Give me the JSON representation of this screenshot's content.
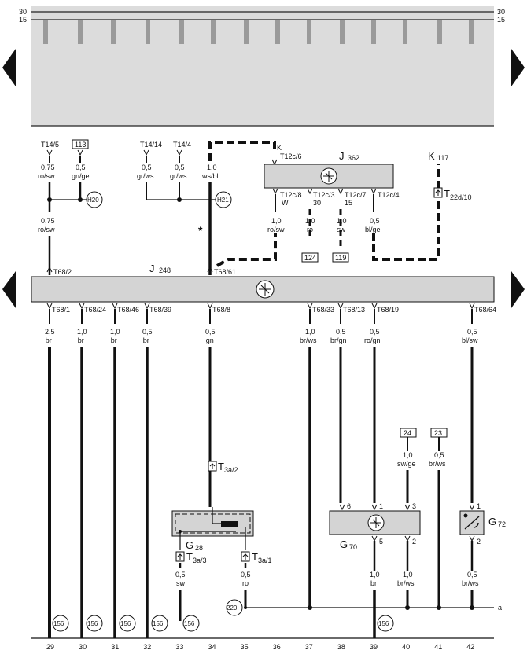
{
  "rails": {
    "left_30": "30",
    "left_15": "15",
    "right_30": "30",
    "right_15": "15"
  },
  "nav": {
    "prev_icon": "triangle-left-icon",
    "next_icon": "triangle-right-icon"
  },
  "wire_labels": {
    "t14_5": "T14/5",
    "ref_113": "113",
    "w1_size": "0,75",
    "w1_color": "ro/sw",
    "w2_size": "0,5",
    "w2_color": "gn/ge",
    "h20": "H20",
    "w1b_size": "0,75",
    "w1b_color": "ro/sw",
    "t14_14": "T14/14",
    "t14_4": "T14/4",
    "w3_size": "0,5",
    "w3_color": "gr/ws",
    "w4_size": "0,5",
    "w4_color": "gr/ws",
    "w5_size": "1,0",
    "w5_color": "ws/bl",
    "h21": "H21",
    "star": "*",
    "t68_2": "T68/2",
    "t68_61": "T68/61"
  },
  "j362": {
    "name": "J",
    "number": "362",
    "pin_k": "K",
    "t12c_6": "T12c/6",
    "t12c_8": "T12c/8",
    "t12c_8_sub": "W",
    "t12c_3": "T12c/3",
    "t12c_3_sub": "30",
    "t12c_7": "T12c/7",
    "t12c_7_sub": "15",
    "t12c_4": "T12c/4",
    "wA_size": "1,0",
    "wA_color": "ro/sw",
    "wB_size": "1,0",
    "wB_color": "ro",
    "wC_size": "1,0",
    "wC_color": "sw",
    "wD_size": "0,5",
    "wD_color": "bl/ge",
    "ref_124": "124",
    "ref_119": "119"
  },
  "k117": {
    "name": "K",
    "number": "117",
    "t22d": "T",
    "t22d_sub": "22d/10"
  },
  "j248": {
    "name": "J",
    "number": "248"
  },
  "bottom_pins": [
    {
      "pin": "T68/1",
      "size": "2,5",
      "color": "br"
    },
    {
      "pin": "T68/24",
      "size": "1,0",
      "color": "br"
    },
    {
      "pin": "T68/46",
      "size": "1,0",
      "color": "br"
    },
    {
      "pin": "T68/39",
      "size": "0,5",
      "color": "br"
    },
    {
      "pin": "T68/8",
      "size": "0,5",
      "color": "gn"
    },
    {
      "pin": "T68/33",
      "size": "1,0",
      "color": "br/ws"
    },
    {
      "pin": "T68/13",
      "size": "0,5",
      "color": "br/gn"
    },
    {
      "pin": "T68/19",
      "size": "0,5",
      "color": "ro/gn"
    },
    {
      "pin": "T68/64",
      "size": "0,5",
      "color": "bl/sw"
    }
  ],
  "g28": {
    "name": "G",
    "number": "28",
    "t3a2": "T",
    "t3a2_sub": "3a/2",
    "t3a3": "T",
    "t3a3_sub": "3a/3",
    "t3a1": "T",
    "t3a1_sub": "3a/1",
    "wL_size": "0,5",
    "wL_color": "sw",
    "wR_size": "0,5",
    "wR_color": "ro"
  },
  "g70": {
    "name": "G",
    "number": "70",
    "pin_6": "6",
    "pin_1": "1",
    "pin_3": "3",
    "pin_5": "5",
    "pin_2": "2",
    "w5_size": "1,0",
    "w5_color": "br",
    "w2_size": "1,0",
    "w2_color": "br/ws"
  },
  "g72": {
    "name": "G",
    "number": "72",
    "pin_1": "1",
    "pin_2": "2",
    "w_size": "0,5",
    "w_color": "br/ws"
  },
  "refs_top_right": {
    "ref_24": "24",
    "ref_23": "23",
    "w24_size": "1,0",
    "w24_color": "sw/ge",
    "w23_size": "0,5",
    "w23_color": "br/ws"
  },
  "ground": {
    "ref_220": "220",
    "label_a": "a"
  },
  "circles_156": [
    "156",
    "156",
    "156",
    "156",
    "156",
    "156"
  ],
  "track_numbers": [
    "29",
    "30",
    "31",
    "32",
    "33",
    "34",
    "35",
    "36",
    "37",
    "38",
    "39",
    "40",
    "41",
    "42"
  ]
}
